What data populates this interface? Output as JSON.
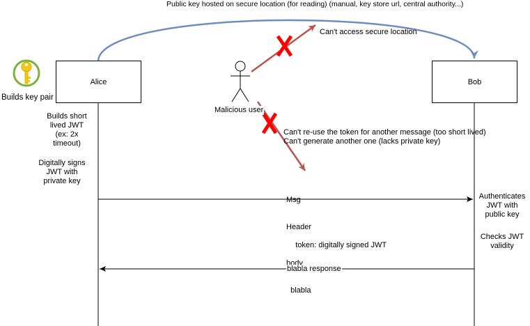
{
  "top_note": "Public key hosted on  secure location (for reading)  (manual, key store url, central authority...)",
  "cant_access": "Can't access secure location",
  "actors": {
    "alice": "Alice",
    "bob": "Bob",
    "malicious": "Malicious user"
  },
  "key_icon_label": "Builds key pair",
  "alice_notes": {
    "builds_jwt": [
      "Builds short",
      "lived JWT",
      "(ex: 2x",
      "timeout)"
    ],
    "signs": [
      "Digitally signs",
      "JWT with",
      "private key"
    ]
  },
  "bob_notes": {
    "auth": [
      "Authenticates",
      "JWT with",
      "public key"
    ],
    "checks": [
      "Checks  JWT",
      "validity"
    ]
  },
  "reuse_notes": [
    "Can't re-use the token for another message (too short lived)",
    "Can't generate another one (lacks private key)"
  ],
  "message": [
    "Msg",
    "Header",
    "  token: digitally signed JWT",
    "body",
    "  blabla"
  ],
  "response": "blabla response",
  "colors": {
    "arc": "#6c8ebf",
    "attack_arrow": "#b85450",
    "cross": "#ff0000",
    "key_fill": "#f2c811",
    "key_ring": "#7db13c"
  }
}
